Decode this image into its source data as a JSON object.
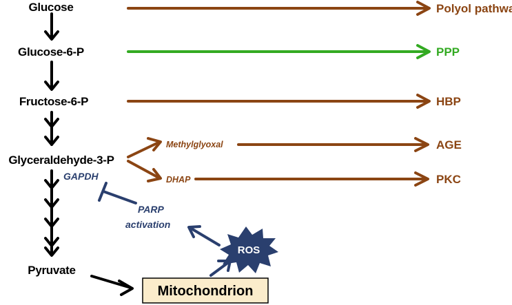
{
  "metabolites": {
    "glucose": "Glucose",
    "g6p": "Glucose-6-P",
    "f6p": "Fructose-6-P",
    "ga3p": "Glyceraldehyde-3-P",
    "pyruvate": "Pyruvate"
  },
  "pathways": {
    "polyol": "Polyol pathway",
    "ppp": "PPP",
    "hbp": "HBP",
    "age": "AGE",
    "pkc": "PKC"
  },
  "intermediates": {
    "methylglyoxal": "Methylglyoxal",
    "dhap": "DHAP"
  },
  "enzyme": "GAPDH",
  "parp": {
    "line1": "PARP",
    "line2": "activation"
  },
  "ros": "ROS",
  "mitochondrion": "Mitochondrion",
  "colors": {
    "brown": "#8b4513",
    "green": "#33aa22",
    "navy": "#2a3f6e",
    "black": "#000000",
    "mito_fill": "#fbeccb"
  }
}
